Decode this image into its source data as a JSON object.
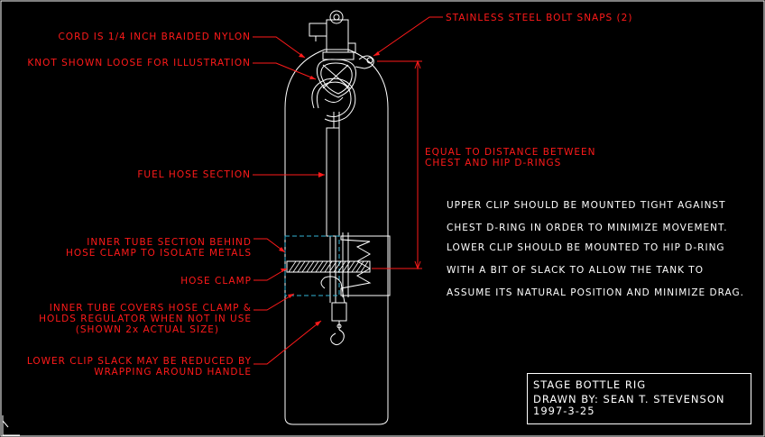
{
  "callouts": {
    "cord": "CORD IS 1/4 INCH BRAIDED NYLON",
    "knot": "KNOT SHOWN LOOSE FOR ILLUSTRATION",
    "fuel_hose": "FUEL HOSE SECTION",
    "inner_tube_behind_1": "INNER TUBE SECTION BEHIND",
    "inner_tube_behind_2": "HOSE CLAMP TO ISOLATE METALS",
    "hose_clamp": "HOSE CLAMP",
    "inner_tube_covers_1": "INNER TUBE COVERS HOSE CLAMP &",
    "inner_tube_covers_2": "HOLDS REGULATOR WHEN NOT IN USE",
    "inner_tube_covers_3": "(SHOWN 2x ACTUAL SIZE)",
    "lower_clip_1": "LOWER CLIP SLACK MAY BE REDUCED BY",
    "lower_clip_2": "WRAPPING AROUND HANDLE",
    "bolt_snaps": "STAINLESS STEEL BOLT SNAPS (2)",
    "dimension_1": "EQUAL TO DISTANCE BETWEEN",
    "dimension_2": "CHEST AND HIP D-RINGS"
  },
  "notes": [
    "UPPER CLIP SHOULD BE MOUNTED TIGHT AGAINST",
    "CHEST D-RING IN ORDER TO MINIMIZE MOVEMENT.",
    "LOWER CLIP SHOULD BE MOUNTED TO HIP D-RING",
    "WITH A BIT OF SLACK TO ALLOW THE TANK TO",
    "ASSUME ITS NATURAL POSITION AND MINIMIZE DRAG."
  ],
  "title_block": {
    "title": "STAGE BOTTLE RIG",
    "drawn_by": "DRAWN BY: SEAN T. STEVENSON",
    "date": "1997-3-25"
  },
  "colors": {
    "background": "#000000",
    "linework": "#ffffff",
    "callouts": "#ff1a1a",
    "hidden_line": "#33b5d6"
  }
}
